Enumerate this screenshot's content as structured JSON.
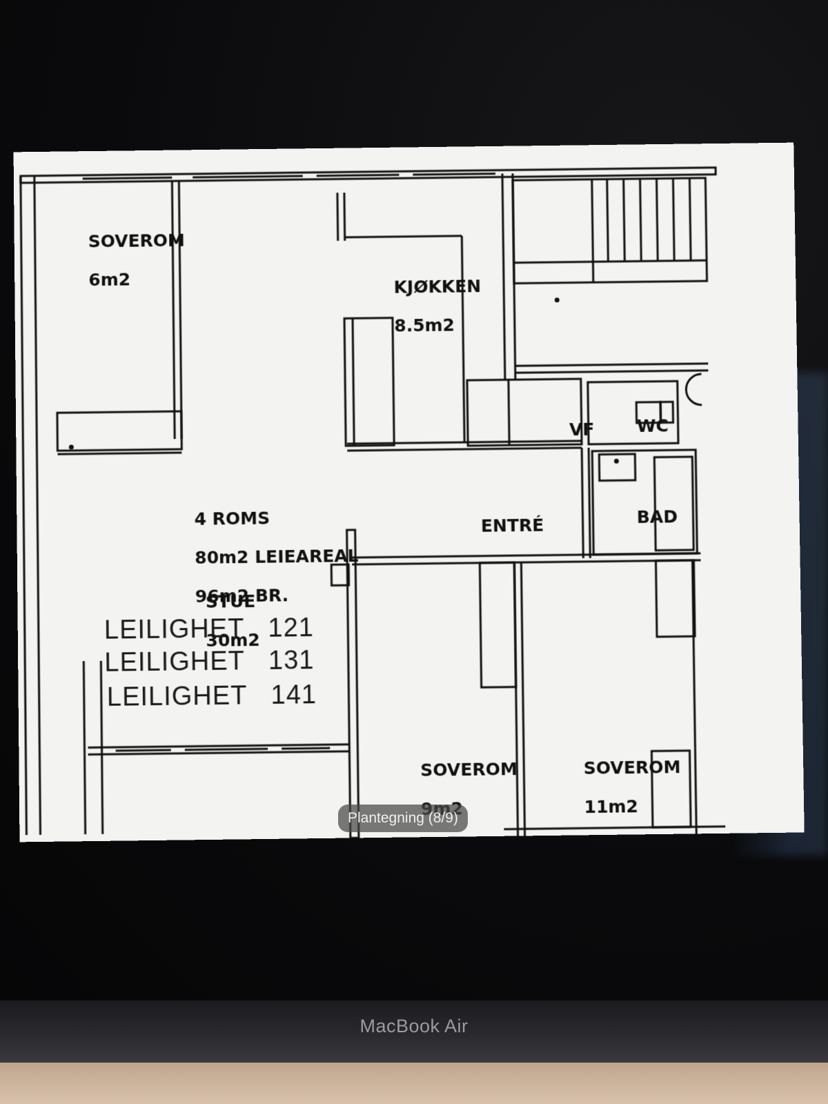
{
  "viewer": {
    "caption": "Plantegning (8/9)"
  },
  "device": {
    "label": "MacBook Air"
  },
  "floorplan": {
    "rooms": {
      "soverom_nw": {
        "name": "SOVEROM",
        "area": "6m2"
      },
      "kjokken": {
        "name": "KJØKKEN",
        "area": "8.5m2"
      },
      "vf": {
        "name": "VF"
      },
      "wc": {
        "name": "WC"
      },
      "entre": {
        "name": "ENTRÉ"
      },
      "bad": {
        "name": "BAD"
      },
      "stue": {
        "name": "STUE",
        "area": "30m2"
      },
      "soverom_s1": {
        "name": "SOVEROM",
        "area": "9m2"
      },
      "soverom_s2": {
        "name": "SOVEROM",
        "area": "11m2"
      }
    },
    "summary": {
      "line1": "4 ROMS",
      "line2": "80m2 LEIEAREAL",
      "line3": "96m2 BR."
    },
    "apartments": [
      "LEILIGHET   121",
      "LEILIGHET   131",
      "LEILIGHET   141"
    ]
  }
}
